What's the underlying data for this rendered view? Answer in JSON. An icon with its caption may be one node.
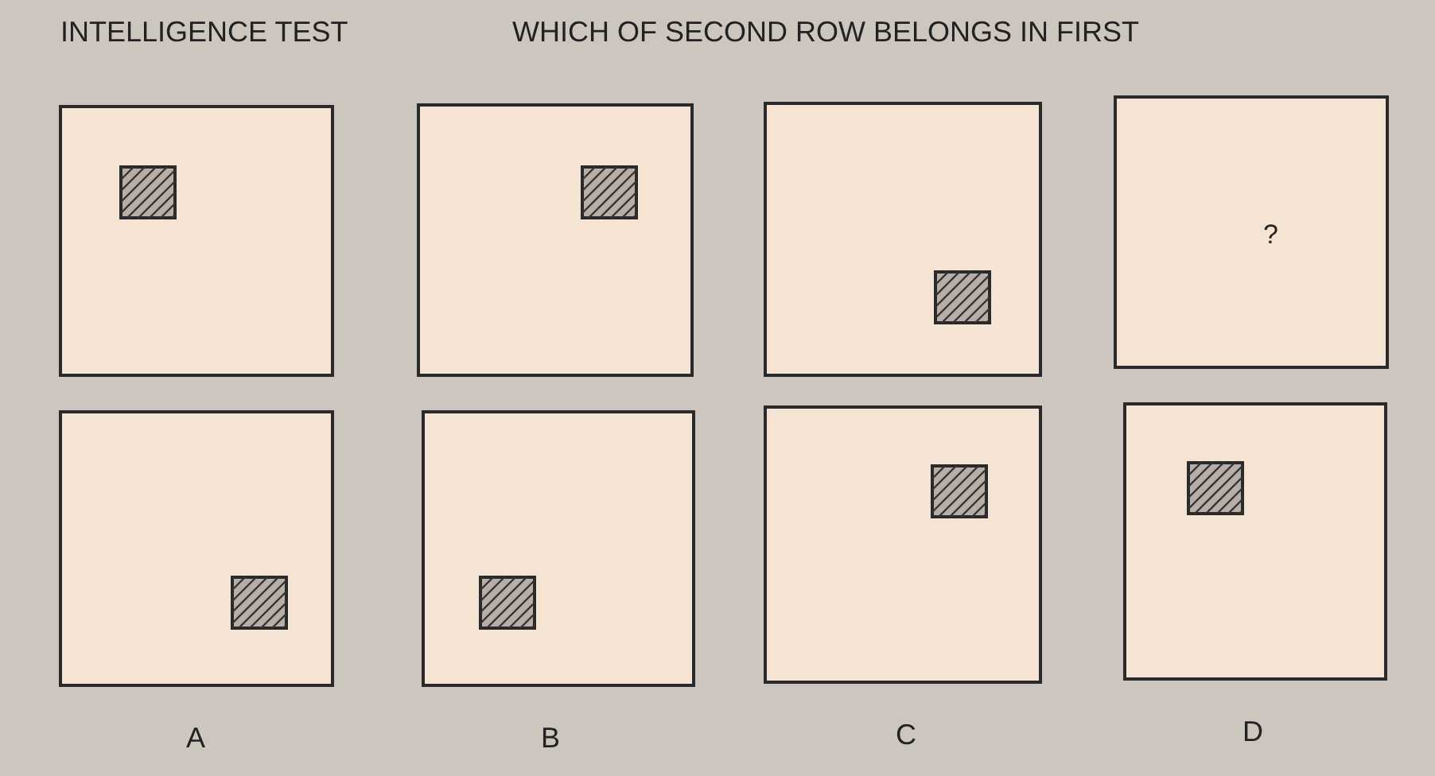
{
  "diagram": {
    "title": "INTELLIGENCE TEST",
    "nodes": [
      {
        "text": [],
        "shape": "box"
      },
      {
        "text": [],
        "shape": "box"
      },
      {
        "text": [],
        "shape": "box"
      },
      {
        "text": [
          "?"
        ]
      },
      {
        "text": [],
        "shape": "box",
        "beside": [
          "A"
        ]
      },
      {
        "text": [],
        "shape": "box",
        "beside": [
          "B"
        ]
      },
      {
        "text": [],
        "shape": "box",
        "beside": [
          "C"
        ]
      },
      {
        "text": [],
        "shape": "box",
        "beside": [
          "D"
        ]
      }
    ],
    "edges": [],
    "labels": [
      "WHICH OF SECOND ROW BELONGS IN FIRST"
    ]
  }
}
